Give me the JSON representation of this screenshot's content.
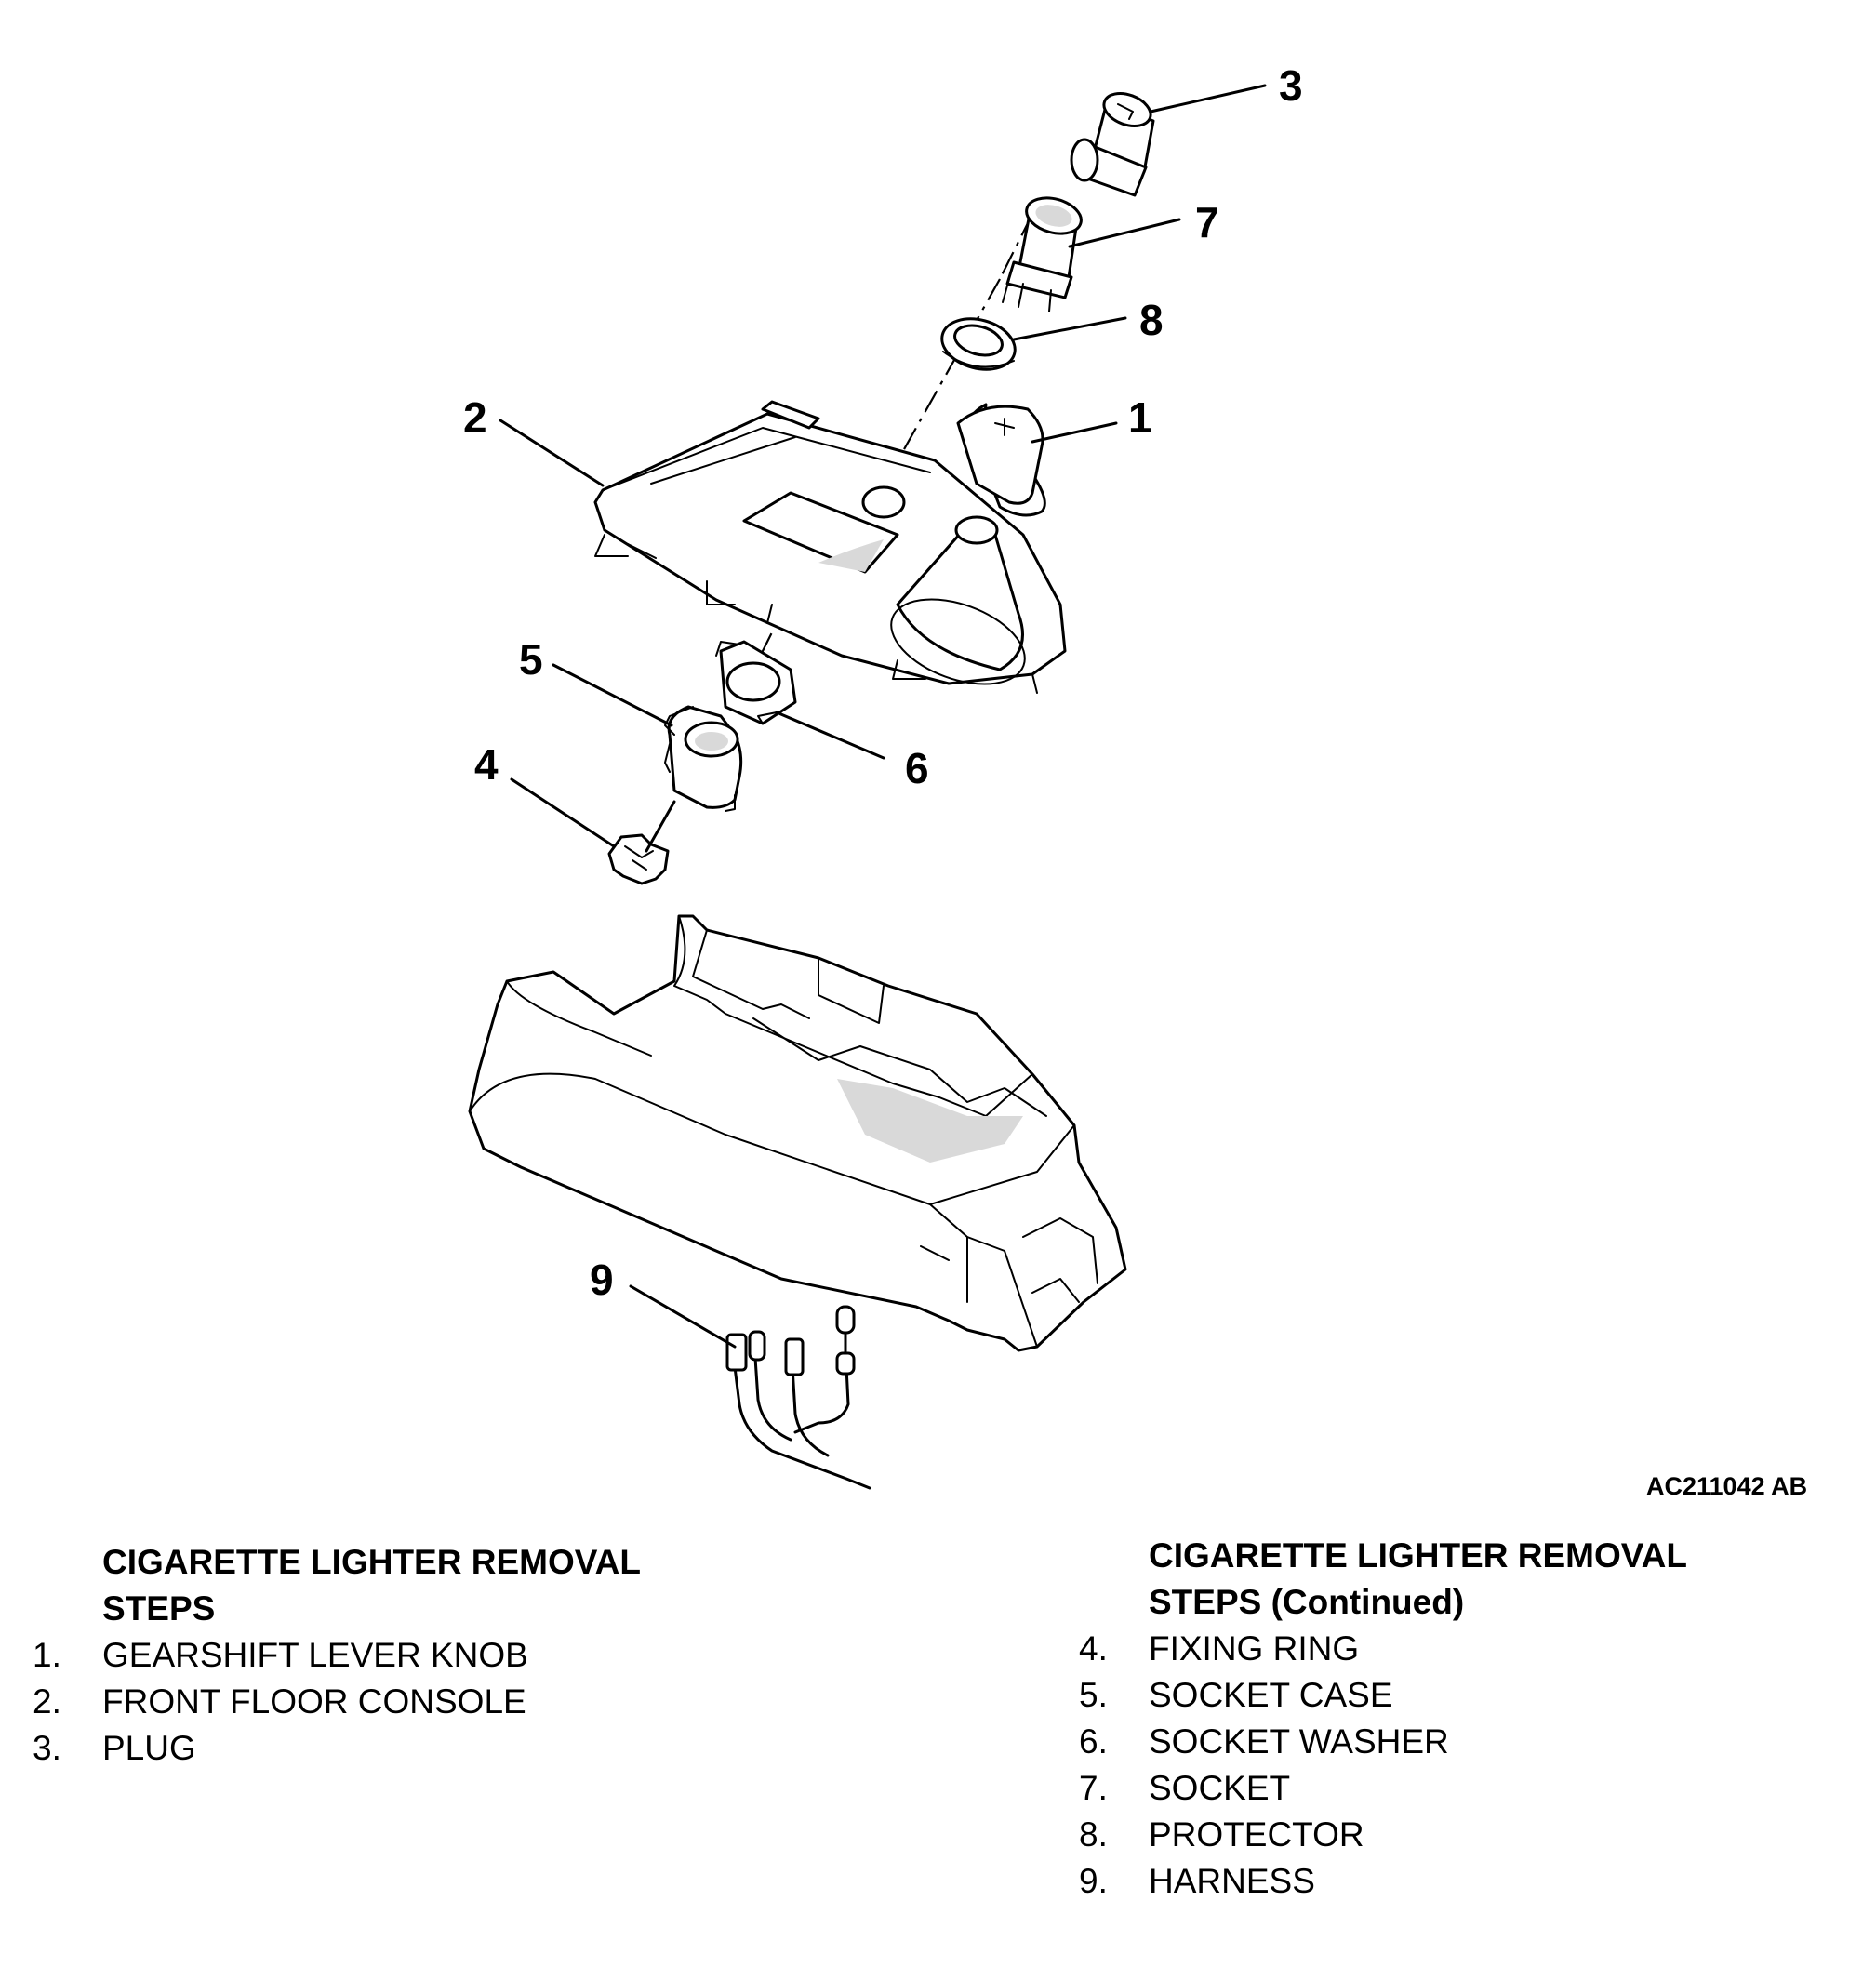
{
  "figure_code": "AC211042 AB",
  "callouts": [
    "1",
    "2",
    "3",
    "4",
    "5",
    "6",
    "7",
    "8",
    "9"
  ],
  "steps_left": {
    "title_line1": "CIGARETTE LIGHTER REMOVAL",
    "title_line2": "STEPS",
    "items": [
      {
        "num": "1.",
        "label": "GEARSHIFT LEVER KNOB"
      },
      {
        "num": "2.",
        "label": "FRONT FLOOR CONSOLE"
      },
      {
        "num": "3.",
        "label": "PLUG"
      }
    ]
  },
  "steps_right": {
    "title_line1": "CIGARETTE LIGHTER REMOVAL",
    "title_line2": "STEPS (Continued)",
    "items": [
      {
        "num": "4.",
        "label": "FIXING RING"
      },
      {
        "num": "5.",
        "label": "SOCKET CASE"
      },
      {
        "num": "6.",
        "label": "SOCKET WASHER"
      },
      {
        "num": "7.",
        "label": "SOCKET"
      },
      {
        "num": "8.",
        "label": "PROTECTOR"
      },
      {
        "num": "9.",
        "label": "HARNESS"
      }
    ]
  }
}
